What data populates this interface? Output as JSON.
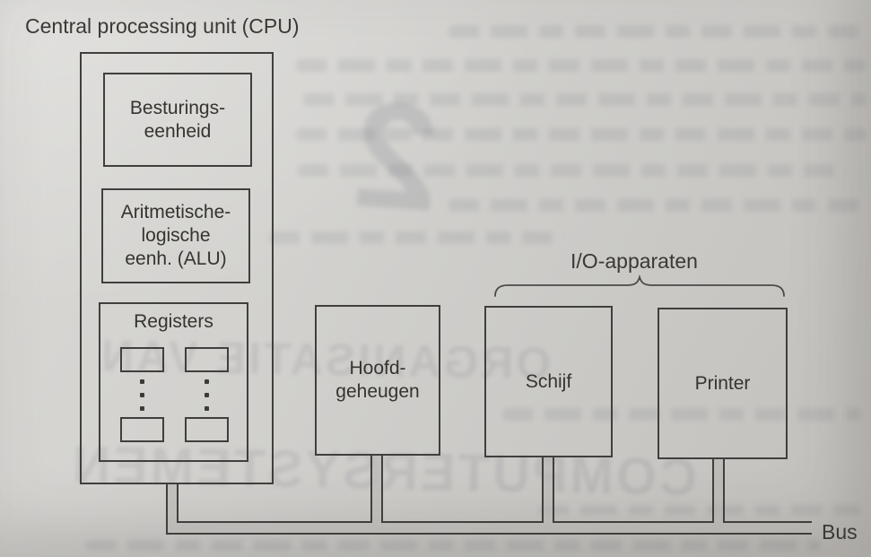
{
  "page": {
    "paper_color": "#cfcecb",
    "line_color": "#403f3d",
    "text_color": "#35342f"
  },
  "diagram": {
    "cpu_title": "Central processing unit (CPU)",
    "io_group_label": "I/O-apparaten",
    "bus_label": "Bus",
    "control_unit": {
      "lines": [
        "Besturings-",
        "eenheid"
      ]
    },
    "alu": {
      "lines": [
        "Aritmetische-",
        "logische",
        "eenh. (ALU)"
      ]
    },
    "registers": {
      "label": "Registers"
    },
    "main_memory": {
      "lines": [
        "Hoofd-",
        "geheugen"
      ]
    },
    "disk": {
      "label": "Schijf"
    },
    "printer": {
      "label": "Printer"
    }
  },
  "ghost_bleedthrough": {
    "numeral": "2",
    "title_line_1": "ORGANISATIE VAN",
    "title_line_2": "COMPUTERSYSTEMEN"
  }
}
